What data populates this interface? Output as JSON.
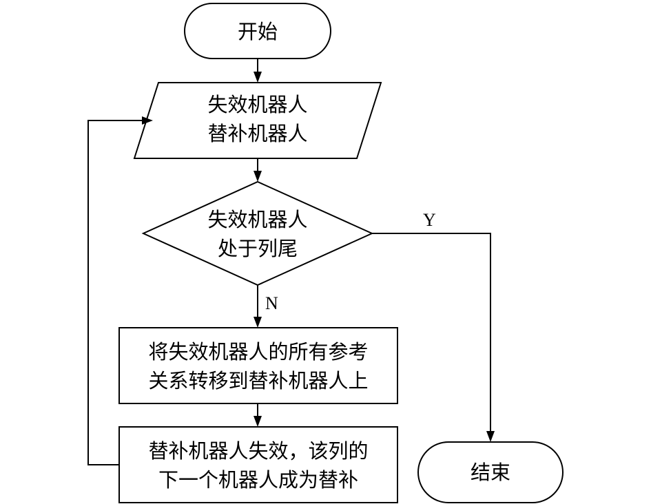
{
  "nodes": {
    "start": {
      "text": "开始"
    },
    "input": {
      "lines": [
        "失效机器人",
        "替补机器人"
      ]
    },
    "decision": {
      "lines": [
        "失效机器人",
        "处于列尾"
      ]
    },
    "transfer": {
      "lines": [
        "将失效机器人的所有参考",
        "关系转移到替补机器人上"
      ]
    },
    "replace": {
      "lines": [
        "替补机器人失效，该列的",
        "下一个机器人成为替补"
      ]
    },
    "end": {
      "text": "结束"
    }
  },
  "edges": {
    "yes_label": "Y",
    "no_label": "N"
  }
}
